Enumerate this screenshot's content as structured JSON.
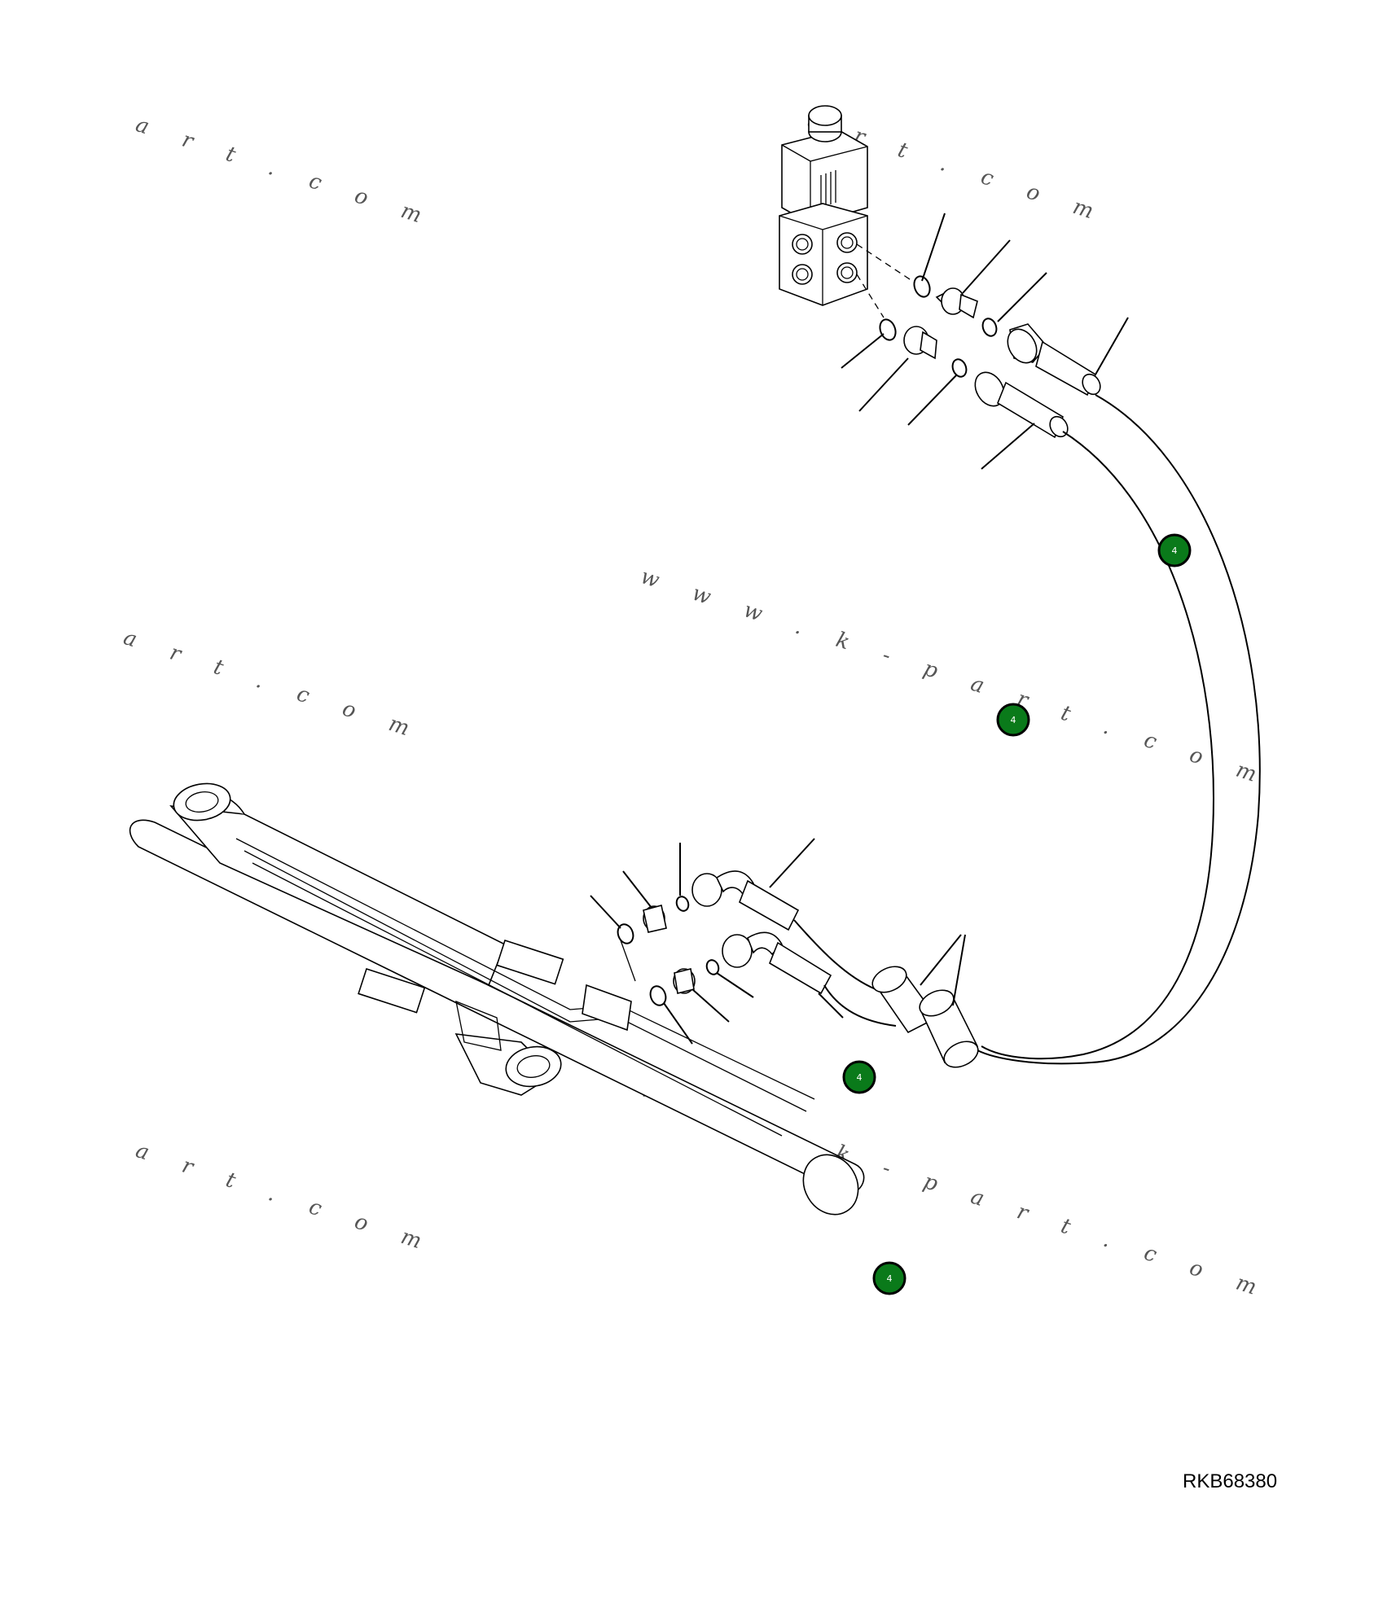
{
  "drawing": {
    "code": "RKB68380",
    "callouts": [
      {
        "label": "4",
        "description": "hose callout upper right"
      },
      {
        "label": "4",
        "description": "hose callout middle"
      },
      {
        "label": "4",
        "description": "hose callout lower middle"
      },
      {
        "label": "4",
        "description": "hose callout bottom"
      }
    ],
    "watermarks": [
      "a r t . c o m",
      "a r t . c o m",
      "a r t . c o m",
      "a r t . c o m",
      "w w w . k - p a r t . c o m",
      "w w w . k - p a r t . c o m"
    ],
    "colors": {
      "callout_fill": "#0a7a1a",
      "line": "#000000",
      "background": "#ffffff"
    }
  }
}
